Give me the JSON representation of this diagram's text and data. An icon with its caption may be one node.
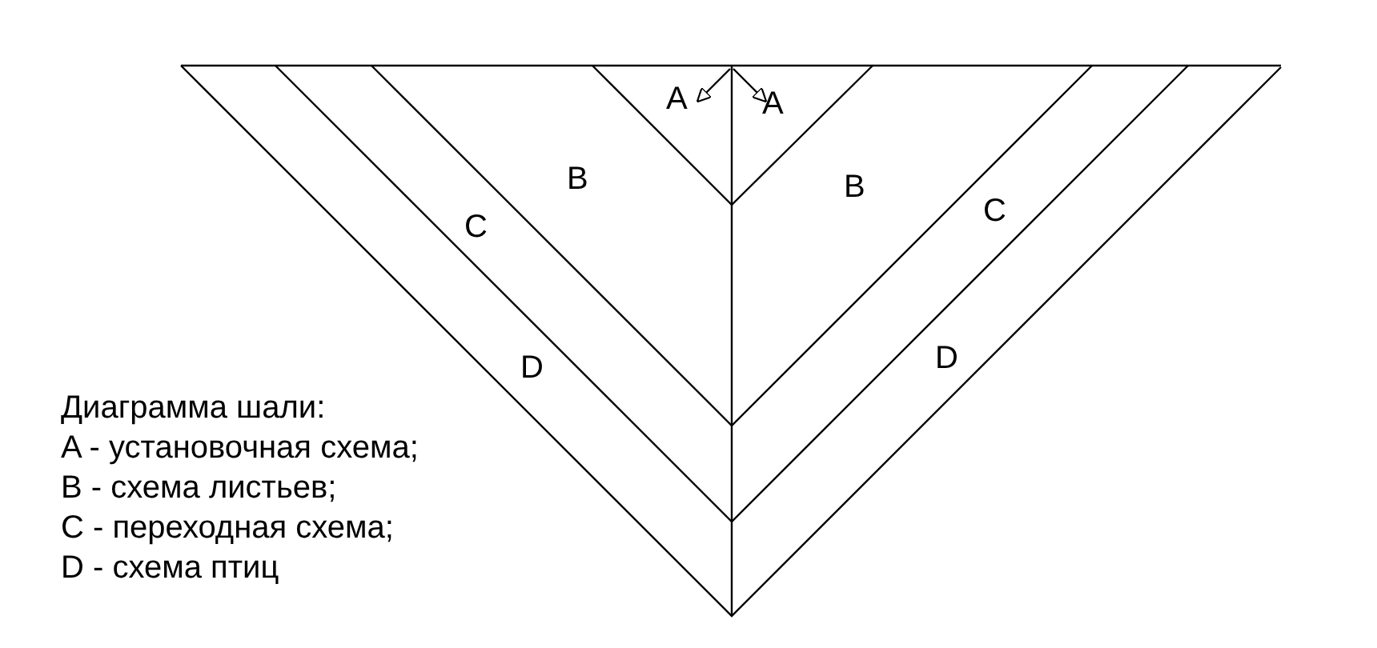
{
  "diagram": {
    "labels": [
      "A",
      "A",
      "B",
      "B",
      "C",
      "C",
      "D",
      "D",
      "Диаграмма шали:",
      "A - установочная схема;",
      "B - схема листьев;",
      "C - переходная схема;",
      "D - схема птиц"
    ]
  }
}
